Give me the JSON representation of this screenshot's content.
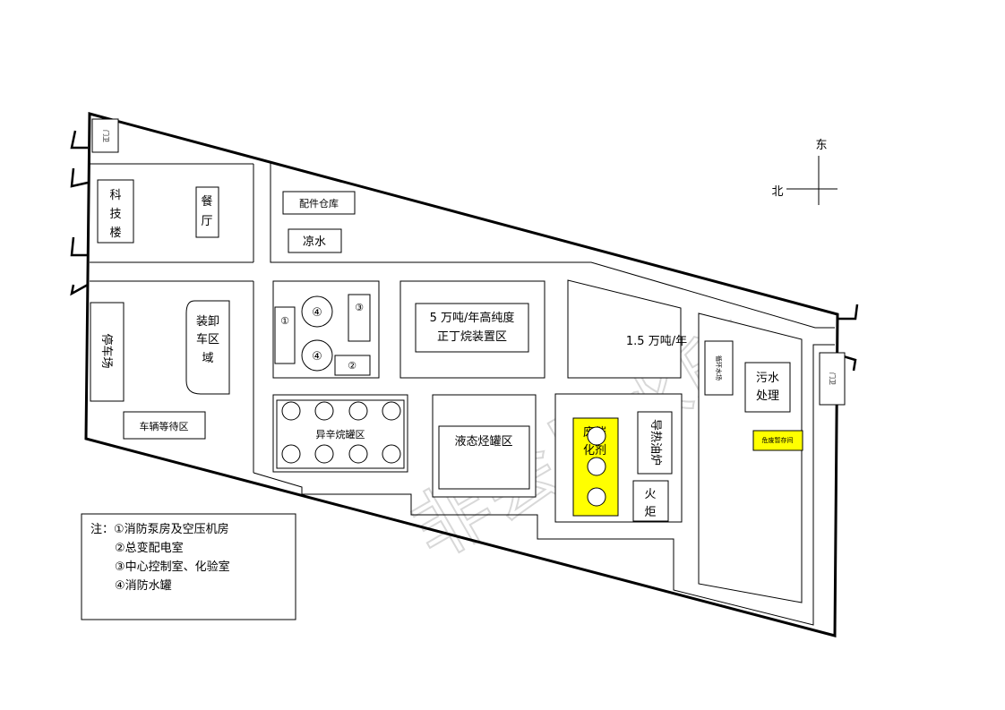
{
  "compass": {
    "east": "东",
    "north": "北"
  },
  "labels": {
    "ke": "科",
    "ji": "技",
    "lou": "楼",
    "can": "餐",
    "ting": "厅",
    "peijian": "配件仓库",
    "liangshui": "凉水",
    "zhuangxie1": "装卸",
    "zhuangxie2": "车区",
    "zhuangxie3": "域",
    "tingchechang": "停车场",
    "cheliang": "车辆等待区",
    "c1": "①",
    "c4a": "④",
    "c4b": "④",
    "c3": "③",
    "c2": "②",
    "wanton1": "5 万吨/年高纯度",
    "wanton2": "正丁烷装置区",
    "wanton15": "1.5 万吨/年",
    "yixin": "异辛烷罐区",
    "yetai": "液态烃罐区",
    "feicui1": "废催",
    "feicui2": "化剂",
    "daore": "导热油炉",
    "huo": "火",
    "ju": "炬",
    "xunhuan": "循环水场",
    "wushui1": "污水",
    "wushui2": "处理",
    "weifei": "危废暂存间",
    "menwei1": "门卫",
    "menwei2": "门卫"
  },
  "notes": {
    "line1": "注：①消防泵房及空压机房",
    "line2": "②总变配电室",
    "line3": "③中心控制室、化验室",
    "line4": "④消防水罐"
  },
  "watermark": "非会员水印",
  "colors": {
    "highlight": "#ffff00",
    "line": "#000000",
    "watermark": "#d8d8d8"
  }
}
